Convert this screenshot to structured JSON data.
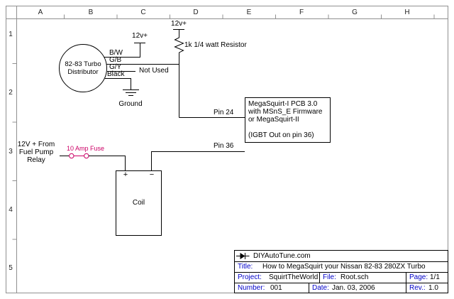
{
  "colors": {
    "wire": "#000000",
    "fuse_accent": "#cc0066",
    "titleblock_label_blue": "#0000c8",
    "frame_gray": "#909090"
  },
  "grid": {
    "cols": [
      "A",
      "B",
      "C",
      "D",
      "E",
      "F",
      "G",
      "H"
    ],
    "rows": [
      "1",
      "2",
      "3",
      "4",
      "5"
    ]
  },
  "diagram": {
    "power_left": "12v+",
    "power_top": "12v+",
    "distributor": {
      "line1": "82-83 Turbo",
      "line2": "Distributor"
    },
    "wires": {
      "w1": "B/W",
      "w2": "G/B",
      "w3": "G/Y",
      "w4": "Black"
    },
    "not_used": "Not Used",
    "ground": "Ground",
    "resistor": "1k 1/4 watt Resistor",
    "pin24": "Pin 24",
    "pin36": "Pin 36",
    "megasquirt": {
      "line1": "MegaSquirt-I PCB 3.0",
      "line2": "with MSnS_E Firmware",
      "line3": "or MegaSquirt-II",
      "line4": "(IGBT Out on pin 36)"
    },
    "relay": {
      "line1": "12V + From",
      "line2": "Fuel Pump",
      "line3": "Relay"
    },
    "fuse": "10 Amp Fuse",
    "coil": {
      "plus": "+",
      "minus": "−",
      "label": "Coil"
    }
  },
  "title_block": {
    "company": "DIYAutoTune.com",
    "rows": {
      "title": {
        "label": "Title:",
        "value": "How to MegaSquirt your Nissan 82-83 280ZX Turbo"
      },
      "project": {
        "label": "Project:",
        "value": "SquirtTheWorld"
      },
      "file": {
        "label": "File:",
        "value": "Root.sch"
      },
      "page": {
        "label": "Page:",
        "value": "1/1"
      },
      "number": {
        "label": "Number:",
        "value": "001"
      },
      "date": {
        "label": "Date:",
        "value": "Jan. 03, 2006"
      },
      "rev": {
        "label": "Rev.:",
        "value": "1.0"
      }
    }
  }
}
